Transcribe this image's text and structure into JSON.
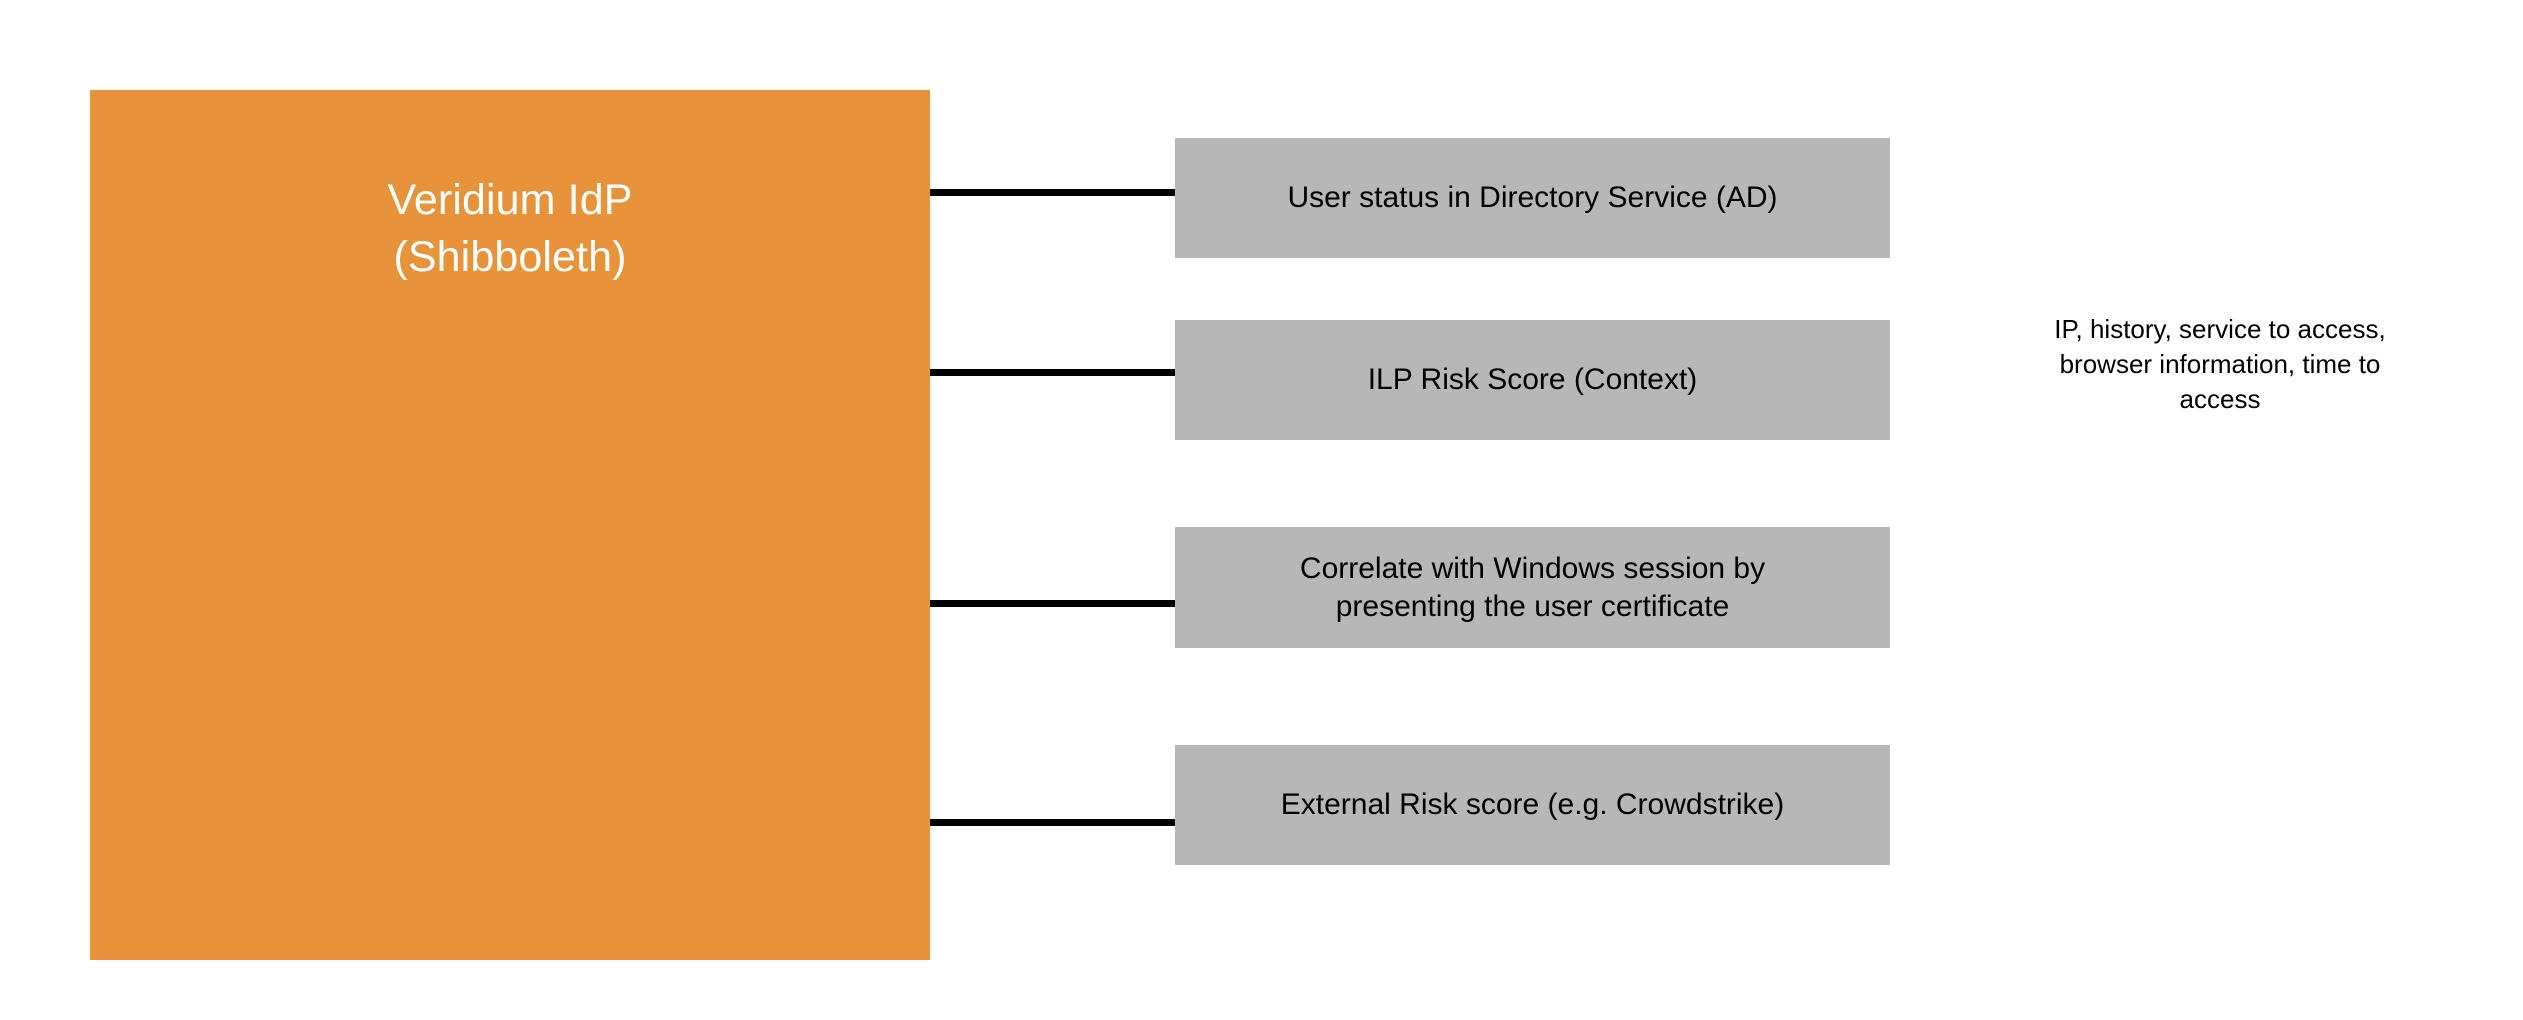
{
  "diagram": {
    "background_color": "#ffffff",
    "main_node": {
      "label": "Veridium IdP\n(Shibboleth)",
      "fill_color": "#e79339",
      "text_color": "#ffffff"
    },
    "attributes": {
      "fill_color": "#b7b7b7",
      "text_color": "#000000",
      "items": [
        {
          "label": "User status in Directory Service (AD)"
        },
        {
          "label": "ILP Risk Score (Context)"
        },
        {
          "label": "Correlate with Windows session by\npresenting the user certificate"
        },
        {
          "label": "External Risk score (e.g. Crowdstrike)"
        }
      ]
    },
    "connectors": {
      "color": "#000000",
      "count": 4
    },
    "annotation": {
      "text": "IP, history, service to access,\nbrowser information, time to\naccess",
      "text_color": "#000000"
    }
  }
}
